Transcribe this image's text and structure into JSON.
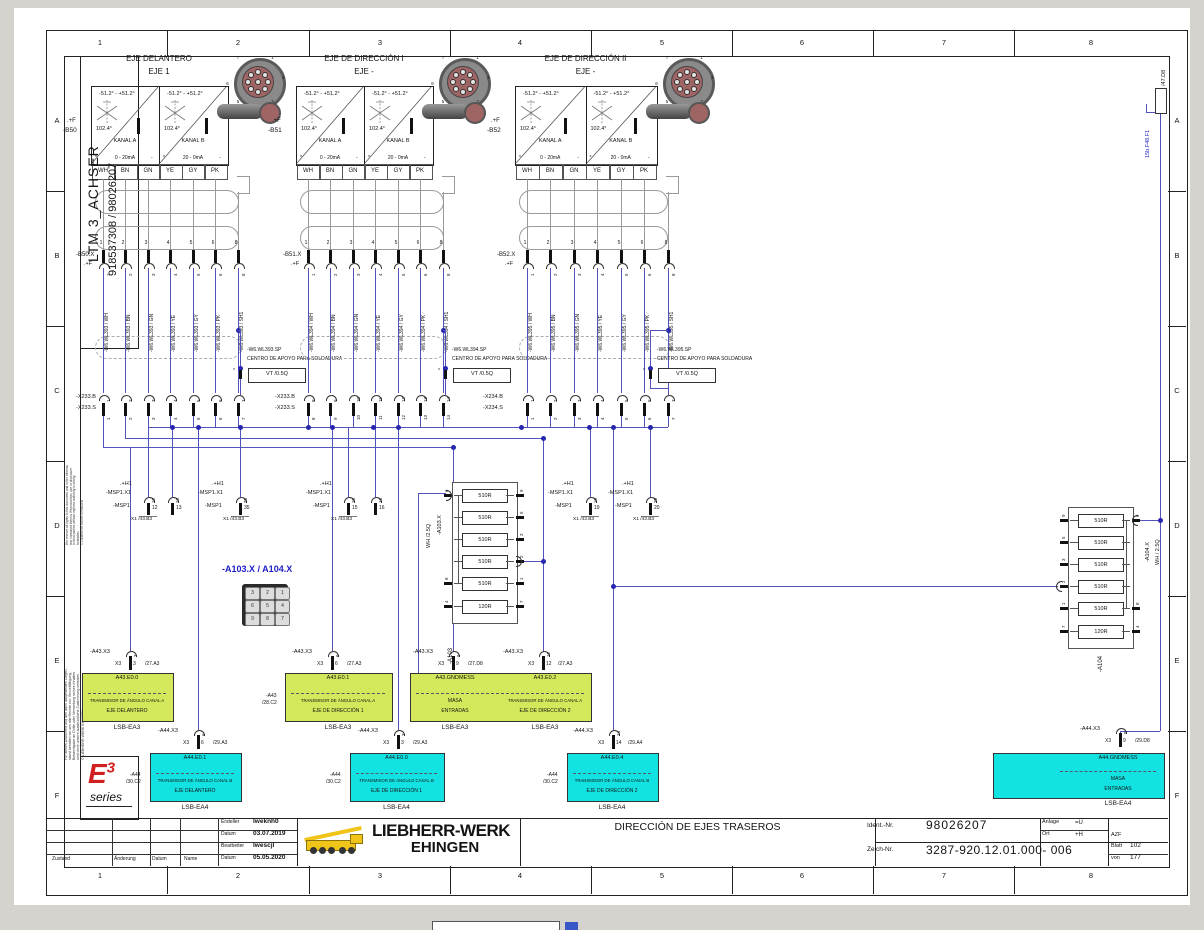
{
  "frame": {
    "columns": [
      "1",
      "2",
      "3",
      "4",
      "5",
      "6",
      "7",
      "8"
    ],
    "rows": [
      "A",
      "B",
      "C",
      "D",
      "E",
      "F"
    ]
  },
  "sidebar": {
    "model_line1": "LTM   3_ACHSER",
    "model_line2": "918537308   /   98026207",
    "copyright_en": [
      "We reserve all rights in this document and in the informa-",
      "tion contained therein. Reproduction, use or disclosure",
      "to third parties without express authority is strictly",
      "forbidden.",
      "© LIEBHERR WERK EHINGEN"
    ],
    "copyright_de": [
      "Für dieses Dokument und den darin dargestellten Gegen-",
      "stand behalten wir uns alle Rechte vor. Vervielfältigung,",
      "Bekanntgabe an Dritte oder Verwertung seines Inhaltes",
      "sind ohne unsere ausdrückliche Zustimmung verboten.",
      "© LIEBHERR WERK EHINGEN"
    ],
    "logo_e": "E",
    "logo_sup": "3",
    "logo_series": "series"
  },
  "top_right": {
    "ref_black": "/47.D8",
    "ref_blue": "15b.F48.F1"
  },
  "sensor_common": {
    "range": "-51.2° - +51.2°",
    "span": "102.4°",
    "kanal_a": "KANAL A",
    "kanal_b": "KANAL B",
    "ma_a": "0 - 20mA",
    "ma_b": "20 - 0mA",
    "star": "*",
    "minus": "-",
    "plus_f": ".+F",
    "colors": [
      "WH",
      "BN",
      "GN",
      "YE",
      "GY",
      "PK"
    ],
    "pin_numbers": [
      "1",
      "2",
      "3",
      "4",
      "5",
      "6",
      "8"
    ],
    "wire_suffixes": [
      "WH",
      "BN",
      "GN",
      "YE",
      "GY",
      "PK",
      "SH1"
    ],
    "sp_note": "CENTRO DE APOYO PARA SOLDADURA",
    "sp_wire": "VT /0.5Q",
    "photo_pin_labels": [
      "1",
      "2",
      "3",
      "4",
      "5",
      "6",
      "7"
    ]
  },
  "sensors": [
    {
      "title1": "EJE DELANTERO",
      "title2": "EJE 1",
      "ref": "-B50",
      "conn": "-B50.X",
      "wire": "-W6.WL393",
      "sp": "-W6.WL393.SP"
    },
    {
      "title1": "EJE DE DIRECCIÓN I",
      "title2": "EJE -",
      "ref": "-B51",
      "conn": "-B51.X",
      "wire": "-W6.WL394",
      "sp": "-W6.WL394.SP"
    },
    {
      "title1": "EJE DE DIRECCIÓN II",
      "title2": "EJE -",
      "ref": "-B52",
      "conn": "-B52.X",
      "wire": "-W6.WL395",
      "sp": "-W6.WL395.SP"
    }
  ],
  "terminals": [
    {
      "b": "-X233.B",
      "s": "-X233.S",
      "pins": [
        "1",
        "2",
        "3",
        "4",
        "5",
        "6",
        "7"
      ]
    },
    {
      "b": "-X233.B",
      "s": "-X233.S",
      "pins": [
        "8",
        "9",
        "10",
        "11",
        "12",
        "13",
        "14"
      ]
    },
    {
      "b": "-X234.B",
      "s": "-X234.S",
      "pins": [
        "1",
        "2",
        "3",
        "4",
        "5",
        "6",
        "7"
      ]
    }
  ],
  "msp_common": {
    "plus": ".+H1",
    "conn": "-MSP1.X1",
    "dev": "-MSP1",
    "ref": "X1 /43.B3"
  },
  "msp_groups": [
    {
      "pins": [
        "12",
        "13"
      ]
    },
    {
      "pins": [
        "35"
      ]
    },
    {
      "pins": [
        "15",
        "16"
      ]
    },
    {
      "pins": [
        "19"
      ]
    },
    {
      "pins": [
        "20"
      ]
    }
  ],
  "a_ref_label": "-A103.X / A104.X",
  "keypad_digits": [
    "3",
    "2",
    "1",
    "6",
    "5",
    "4",
    "9",
    "8",
    "7"
  ],
  "resistor_networks": [
    {
      "name": "-A103",
      "conn": "-A103.X",
      "wire": "WH /2.5Q",
      "resistors": [
        "510R",
        "510R",
        "510R",
        "510R",
        "510R",
        "120R"
      ],
      "side_pins": [
        "6",
        "8",
        "4"
      ],
      "row_pins": [
        "9",
        "5",
        "3",
        "2",
        "1",
        "7"
      ]
    },
    {
      "name": "-A104",
      "conn": "-A104.X",
      "wire": "WH / 2.5Q",
      "resistors": [
        "510R",
        "510R",
        "510R",
        "510R",
        "510R",
        "120R"
      ],
      "side_pins": [
        "6",
        "8",
        "4"
      ],
      "row_pins": [
        "9",
        "5",
        "3",
        "2",
        "1",
        "7"
      ]
    }
  ],
  "io_common": {
    "x3": "X3",
    "canal_a": "TRANSMISOR DE ÁNGULO CANAL A",
    "canal_b": "TRANSMISOR DE ÁNGULO CANAL B",
    "ea3": "LSB-EA3",
    "ea4": "LSB-EA4",
    "conn_a43": "-A43.X3",
    "conn_a44": "-A44.X3",
    "ref_a43": "-A43",
    "ref_a43_loc": "/28.C2",
    "ref_a44": "-A44",
    "ref_a44_loc": "/30.C2"
  },
  "ea3_blocks": [
    {
      "pin": "3",
      "loc": "/27.A3",
      "title": "A43.E0.0",
      "l1": "TRANSMISOR DE ÁNGULO CANAL A",
      "l2": "EJE DELANTERO"
    },
    {
      "pin": "6",
      "loc": "/27.A3",
      "title": "A43.E0.1",
      "l1": "TRANSMISOR DE ÁNGULO CANAL A",
      "l2": "EJE DE DIRECCIÓN 1",
      "ref": true
    },
    {
      "pin": "9",
      "loc": "/27.D8",
      "title": "A43.GNDMESS",
      "l1": "MASA",
      "l2": "ENTRADAS"
    },
    {
      "pin": "12",
      "loc": "/27.A3",
      "title": "A43.E0.2",
      "l1": "TRANSMISOR DE ÁNGULO CANAL A",
      "l2": "EJE DE DIRECCIÓN 2"
    }
  ],
  "ea4_blocks": [
    {
      "pin": "6",
      "loc": "/29.A3",
      "title": "A44.E0.1",
      "l1": "TRANSMISOR DE ÁNGULO CANAL B",
      "l2": "EJE DELANTERO",
      "ref": true
    },
    {
      "pin": "3",
      "loc": "/29.A3",
      "title": "A44.E0.0",
      "l1": "TRANSMISOR DE ÁNGULO CANAL B",
      "l2": "EJE DE DIRECCIÓN 1",
      "ref": true
    },
    {
      "pin": "14",
      "loc": "/29.A4",
      "title": "A44.E0.4",
      "l1": "TRANSMISOR DE ÁNGULO CANAL B",
      "l2": "EJE DE DIRECCIÓN 2",
      "ref": true
    },
    {
      "pin": "9",
      "loc": "/29.D8",
      "title": "A44.GNDMESS",
      "l1": "MASA",
      "l2": "ENTRADAS"
    }
  ],
  "titleblock": {
    "legend": [
      "Zustand",
      "Änderung",
      "Datum",
      "Name"
    ],
    "meta": [
      {
        "label": "Ersteller",
        "value": "lweknh0"
      },
      {
        "label": "Datum",
        "value": "03.07.2019"
      },
      {
        "label": "Bearbeiter",
        "value": "lwescjl"
      },
      {
        "label": "Datum",
        "value": "05.05.2020"
      }
    ],
    "logo_line1": "LIEBHERR-WERK",
    "logo_line2": "EHINGEN",
    "title": "DIRECCIÓN DE EJES TRASEROS",
    "ident_label": "Ident.-Nr.",
    "ident_value": "98026207",
    "zeich_label": "Zeich-Nr.",
    "zeich_value": "3287-920.12.01.000- 006",
    "anlage_label": "Anlage",
    "anlage_value": "=U",
    "ort_label": "Ort",
    "ort_value": "+H",
    "azf": "AZF",
    "blatt_label": "Blatt",
    "blatt_value": "102",
    "von_label": "von",
    "von_value": "177"
  },
  "colors": {
    "wire_blue": "#5252bd",
    "junction": "#2626ae",
    "ref_blue": "#2020c8",
    "green_block": "#d5e75a",
    "cyan_block": "#12e2e2",
    "logo_red": "#d21f1f",
    "crane_yellow": "#f0c419"
  }
}
